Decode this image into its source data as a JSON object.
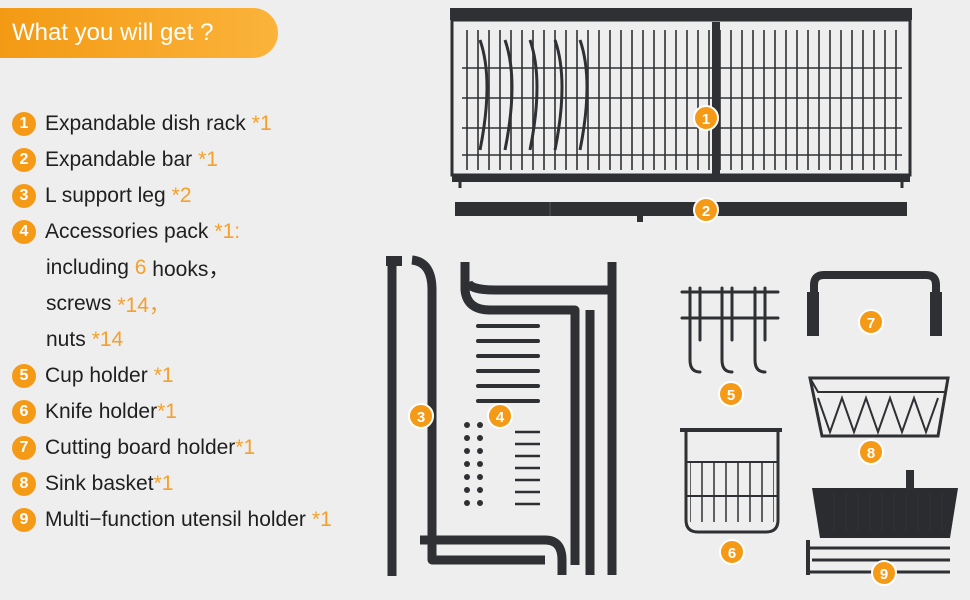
{
  "header": {
    "title": "What you will get ?"
  },
  "items": [
    {
      "num": "1",
      "label": "Expandable dish rack",
      "qty": "*1"
    },
    {
      "num": "2",
      "label": "Expandable bar",
      "qty": "*1"
    },
    {
      "num": "3",
      "label": "L support leg",
      "qty": "*2"
    },
    {
      "num": "4",
      "label": "Accessories pack",
      "qty": "*1:"
    },
    {
      "num": "5",
      "label": "Cup holder",
      "qty": "*1"
    },
    {
      "num": "6",
      "label": "Knife holder",
      "qty": "*1"
    },
    {
      "num": "7",
      "label": "Cutting board holder",
      "qty": "*1"
    },
    {
      "num": "8",
      "label": "Sink basket",
      "qty": "*1"
    },
    {
      "num": "9",
      "label": "Multi−function utensil holder",
      "qty": "*1"
    }
  ],
  "accessories_detail": {
    "line1_prefix": "including",
    "hooks_count": "6",
    "line1_suffix": "hooks，",
    "screws_label": "screws",
    "screws_qty": "*14，",
    "nuts_label": "nuts",
    "nuts_qty": "*14"
  },
  "badges": [
    "1",
    "2",
    "3",
    "4",
    "5",
    "6",
    "7",
    "8",
    "9"
  ],
  "colors": {
    "accent": "#f59a17",
    "metal": "#2e3033",
    "background": "#eeeeee",
    "text": "#1f1f1f"
  }
}
